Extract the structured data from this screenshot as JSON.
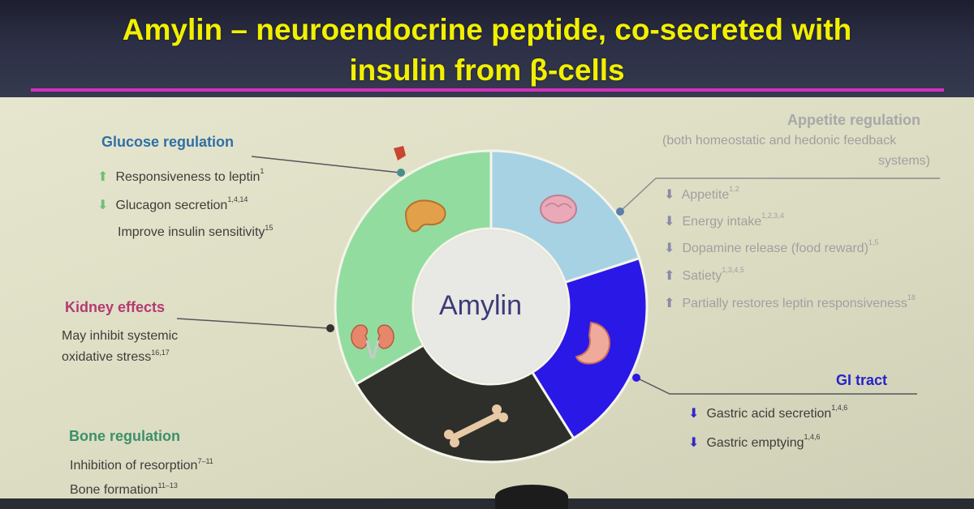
{
  "slide": {
    "title_line1": "Amylin – neuroendocrine peptide, co-secreted with",
    "title_line2": "insulin from β-cells",
    "center_label": "Amylin"
  },
  "glucose": {
    "heading": "Glucose regulation",
    "items": [
      {
        "arrow": "up",
        "text": "Responsiveness to leptin",
        "sup": "1"
      },
      {
        "arrow": "down",
        "text": "Glucagon secretion",
        "sup": "1,4,14"
      },
      {
        "arrow": "none",
        "text": "Improve insulin sensitivity",
        "sup": "15"
      }
    ]
  },
  "appetite": {
    "heading": "Appetite regulation",
    "subheading_line1": "(both homeostatic and hedonic feedback",
    "subheading_line2": "systems)",
    "items": [
      {
        "arrow": "down",
        "text": "Appetite",
        "sup": "1,2"
      },
      {
        "arrow": "down",
        "text": "Energy intake",
        "sup": "1,2,3,4"
      },
      {
        "arrow": "down",
        "text": "Dopamine release (food reward)",
        "sup": "1,5"
      },
      {
        "arrow": "up",
        "text": "Satiety",
        "sup": "1,3,4,5"
      },
      {
        "arrow": "up",
        "text": "Partially restores leptin responsiveness",
        "sup": "18"
      }
    ]
  },
  "kidney": {
    "heading": "Kidney effects",
    "line1": "May inhibit systemic",
    "line2": "oxidative stress",
    "sup": "16,17"
  },
  "gi": {
    "heading": "GI tract",
    "items": [
      {
        "arrow": "down",
        "text": "Gastric acid secretion",
        "sup": "1,4,6"
      },
      {
        "arrow": "down",
        "text": "Gastric emptying",
        "sup": "1,4,6"
      }
    ]
  },
  "bone": {
    "heading": "Bone regulation",
    "items": [
      {
        "text": "Inhibition of resorption",
        "sup": "7–11"
      },
      {
        "text": "Bone formation",
        "sup": "11–13"
      }
    ]
  },
  "colors": {
    "title": "#f2f000",
    "glucose_heading": "#2f6fa5",
    "appetite_heading": "#a7a8a8",
    "kidney_heading": "#b33a72",
    "gi_heading": "#2424c8",
    "bone_heading": "#3d8f6a",
    "segment_green": "#93dca0",
    "segment_blue": "#a6d2e3",
    "segment_indigo": "#2a18e6",
    "segment_dark": "#2e2e2b",
    "up_arrow": "#6fbf74",
    "down_arrow_green": "#6fbf74",
    "down_arrow_indigo": "#3326c9"
  },
  "icons": {
    "pancreas": "pancreas-icon",
    "brain": "brain-icon",
    "stomach": "stomach-icon",
    "kidney": "kidney-icon",
    "bone": "bone-icon",
    "leptin": "fat-cell-icon"
  }
}
